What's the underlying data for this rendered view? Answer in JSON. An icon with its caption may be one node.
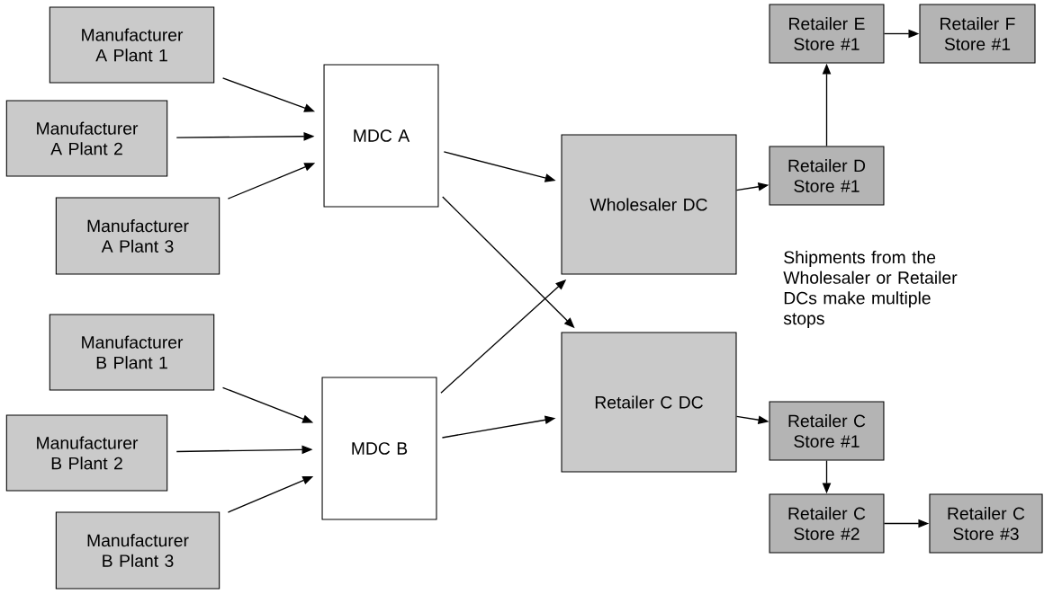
{
  "diagram": {
    "nodes": [
      {
        "text": [
          "Manufacturer A Plant 1"
        ]
      },
      {
        "text": [
          "Manufacturer A Plant 2"
        ]
      },
      {
        "text": [
          "Manufacturer A Plant 3"
        ]
      },
      {
        "text": [
          "Manufacturer B Plant 1"
        ]
      },
      {
        "text": [
          "Manufacturer B Plant 2"
        ]
      },
      {
        "text": [
          "Manufacturer B Plant 3"
        ]
      },
      {
        "text": [
          "MDC A"
        ]
      },
      {
        "text": [
          "MDC B"
        ]
      },
      {
        "text": [
          "Wholesaler DC"
        ]
      },
      {
        "text": [
          "Retailer C DC"
        ]
      },
      {
        "text": [
          "Retailer E Store #1"
        ]
      },
      {
        "text": [
          "Retailer F Store #1"
        ]
      },
      {
        "text": [
          "Retailer D Store #1"
        ]
      },
      {
        "text": [
          "Retailer C Store #1"
        ]
      },
      {
        "text": [
          "Retailer C Store #2"
        ]
      },
      {
        "text": [
          "Retailer C Store #3"
        ]
      }
    ],
    "edges": [
      {
        "from": 0,
        "to": 6,
        "arrow": "to"
      },
      {
        "from": 1,
        "to": 6,
        "arrow": "to"
      },
      {
        "from": 2,
        "to": 6,
        "arrow": "to"
      },
      {
        "from": 3,
        "to": 7,
        "arrow": "to"
      },
      {
        "from": 4,
        "to": 7,
        "arrow": "to"
      },
      {
        "from": 5,
        "to": 7,
        "arrow": "to"
      },
      {
        "from": 6,
        "to": 8,
        "arrow": "to"
      },
      {
        "from": 6,
        "to": 9,
        "arrow": "to"
      },
      {
        "from": 7,
        "to": 8,
        "arrow": "to"
      },
      {
        "from": 7,
        "to": 9,
        "arrow": "to"
      },
      {
        "from": 8,
        "to": 12,
        "arrow": "to"
      },
      {
        "from": 12,
        "to": 10,
        "arrow": "to"
      },
      {
        "from": 10,
        "to": 11,
        "arrow": "to"
      },
      {
        "from": 9,
        "to": 13,
        "arrow": "to"
      },
      {
        "from": 13,
        "to": 14,
        "arrow": "to"
      },
      {
        "from": 14,
        "to": 15,
        "arrow": "to"
      }
    ],
    "labels": [
      "Shipments from the Wholesaler or Retailer DCs make multiple stops"
    ]
  }
}
